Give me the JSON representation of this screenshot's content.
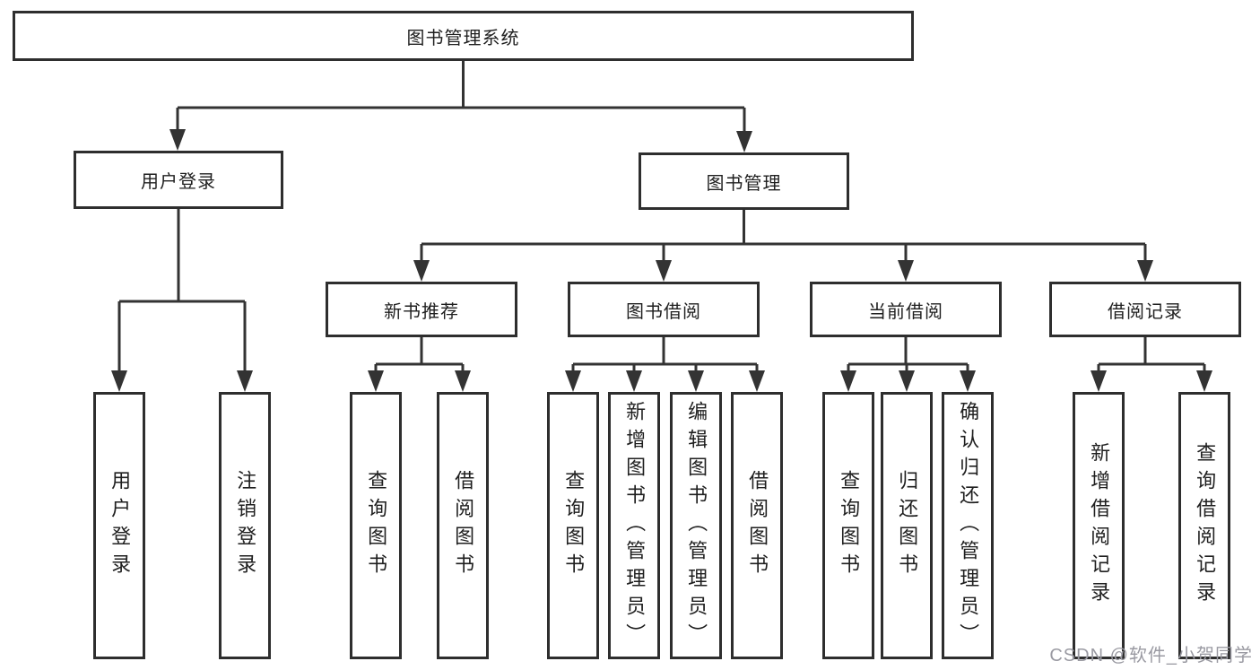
{
  "diagram": {
    "root": "图书管理系统",
    "level2": [
      {
        "label": "用户登录"
      },
      {
        "label": "图书管理"
      }
    ],
    "level3": [
      {
        "label": "新书推荐"
      },
      {
        "label": "图书借阅"
      },
      {
        "label": "当前借阅"
      },
      {
        "label": "借阅记录"
      }
    ],
    "leaves": {
      "login": [
        "用户登录",
        "注销登录"
      ],
      "recommend": [
        "查询图书",
        "借阅图书"
      ],
      "borrow": [
        "查询图书",
        "新增图书（管理员）",
        "编辑图书（管理员）",
        "借阅图书"
      ],
      "current": [
        "查询图书",
        "归还图书",
        "确认归还（管理员）"
      ],
      "records": [
        "新增借阅记录",
        "查询借阅记录"
      ]
    },
    "watermark": "CSDN @软件_小贺同学",
    "colors": {
      "line": "#333333",
      "box_border": "#2e2e2e",
      "text": "#1f1f1f",
      "watermark": "#9a9aa2",
      "background": "#ffffff"
    }
  }
}
